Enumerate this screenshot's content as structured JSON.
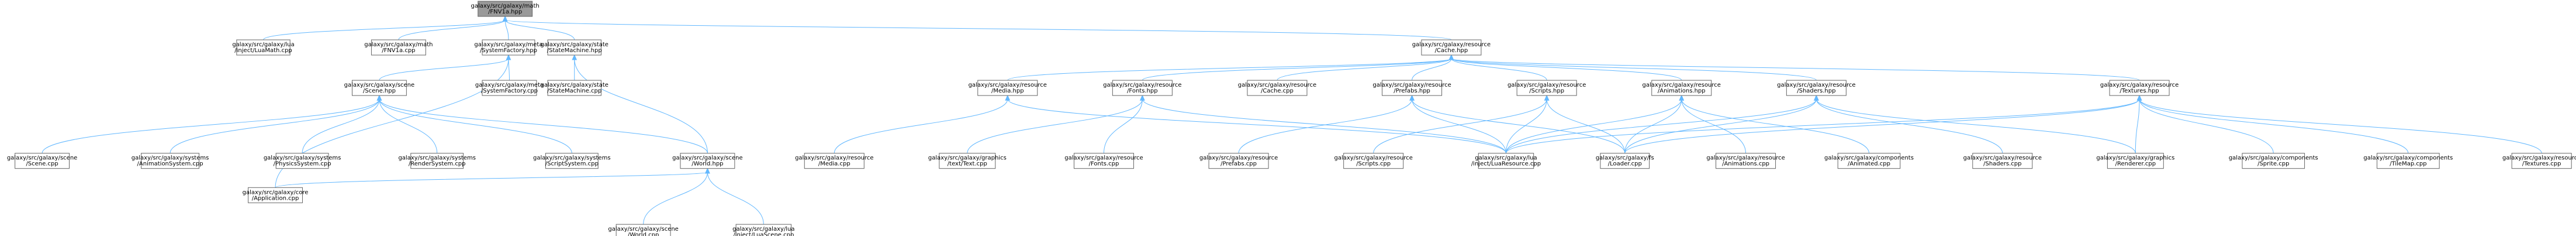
{
  "colors": {
    "edge": "#63B8FF",
    "node_fill": "#ffffff",
    "node_fill_root": "#999999",
    "node_border": "#666666"
  },
  "nodes": {
    "fnv1a_hpp": [
      "galaxy/src/galaxy/math",
      "/FNV1a.hpp"
    ],
    "luamath_cpp": [
      "galaxy/src/galaxy/lua",
      "/inject/LuaMath.cpp"
    ],
    "fnv1a_cpp": [
      "galaxy/src/galaxy/math",
      "/FNV1a.cpp"
    ],
    "systemfactory_hpp": [
      "galaxy/src/galaxy/meta",
      "/SystemFactory.hpp"
    ],
    "statemachine_hpp": [
      "galaxy/src/galaxy/state",
      "/StateMachine.hpp"
    ],
    "cache_hpp": [
      "galaxy/src/galaxy/resource",
      "/Cache.hpp"
    ],
    "scene_hpp": [
      "galaxy/src/galaxy/scene",
      "/Scene.hpp"
    ],
    "systemfactory_cpp": [
      "galaxy/src/galaxy/meta",
      "/SystemFactory.cpp"
    ],
    "statemachine_cpp": [
      "galaxy/src/galaxy/state",
      "/StateMachine.cpp"
    ],
    "media_hpp": [
      "galaxy/src/galaxy/resource",
      "/Media.hpp"
    ],
    "fonts_hpp": [
      "galaxy/src/galaxy/resource",
      "/Fonts.hpp"
    ],
    "cache_cpp": [
      "galaxy/src/galaxy/resource",
      "/Cache.cpp"
    ],
    "prefabs_hpp": [
      "galaxy/src/galaxy/resource",
      "/Prefabs.hpp"
    ],
    "scripts_hpp": [
      "galaxy/src/galaxy/resource",
      "/Scripts.hpp"
    ],
    "animations_hpp": [
      "galaxy/src/galaxy/resource",
      "/Animations.hpp"
    ],
    "shaders_hpp": [
      "galaxy/src/galaxy/resource",
      "/Shaders.hpp"
    ],
    "textures_hpp": [
      "galaxy/src/galaxy/resource",
      "/Textures.hpp"
    ],
    "scene_cpp": [
      "galaxy/src/galaxy/scene",
      "/Scene.cpp"
    ],
    "animationsystem_cpp": [
      "galaxy/src/galaxy/systems",
      "/AnimationSystem.cpp"
    ],
    "physicssystem_cpp": [
      "galaxy/src/galaxy/systems",
      "/PhysicsSystem.cpp"
    ],
    "rendersystem_cpp": [
      "galaxy/src/galaxy/systems",
      "/RenderSystem.cpp"
    ],
    "scriptsystem_cpp": [
      "galaxy/src/galaxy/systems",
      "/ScriptSystem.cpp"
    ],
    "world_hpp": [
      "galaxy/src/galaxy/scene",
      "/World.hpp"
    ],
    "media_cpp": [
      "galaxy/src/galaxy/resource",
      "/Media.cpp"
    ],
    "text_cpp": [
      "galaxy/src/galaxy/graphics",
      "/text/Text.cpp"
    ],
    "fonts_cpp": [
      "galaxy/src/galaxy/resource",
      "/Fonts.cpp"
    ],
    "prefabs_cpp": [
      "galaxy/src/galaxy/resource",
      "/Prefabs.cpp"
    ],
    "scripts_cpp": [
      "galaxy/src/galaxy/resource",
      "/Scripts.cpp"
    ],
    "luaresource_cpp": [
      "galaxy/src/galaxy/lua",
      "/inject/LuaResource.cpp"
    ],
    "loader_cpp": [
      "galaxy/src/galaxy/fs",
      "/Loader.cpp"
    ],
    "animations_cpp": [
      "galaxy/src/galaxy/resource",
      "/Animations.cpp"
    ],
    "animated_cpp": [
      "galaxy/src/galaxy/components",
      "/Animated.cpp"
    ],
    "shaders_cpp": [
      "galaxy/src/galaxy/resource",
      "/Shaders.cpp"
    ],
    "renderer_cpp": [
      "galaxy/src/galaxy/graphics",
      "/Renderer.cpp"
    ],
    "sprite_cpp": [
      "galaxy/src/galaxy/components",
      "/Sprite.cpp"
    ],
    "tilemap_cpp": [
      "galaxy/src/galaxy/components",
      "/TileMap.cpp"
    ],
    "textures_cpp": [
      "galaxy/src/galaxy/resource",
      "/Textures.cpp"
    ],
    "application_cpp": [
      "galaxy/src/galaxy/core",
      "/Application.cpp"
    ],
    "world_cpp": [
      "galaxy/src/galaxy/scene",
      "/World.cpp"
    ],
    "luascene_cpp": [
      "galaxy/src/galaxy/lua",
      "/inject/LuaScene.cpp"
    ]
  }
}
